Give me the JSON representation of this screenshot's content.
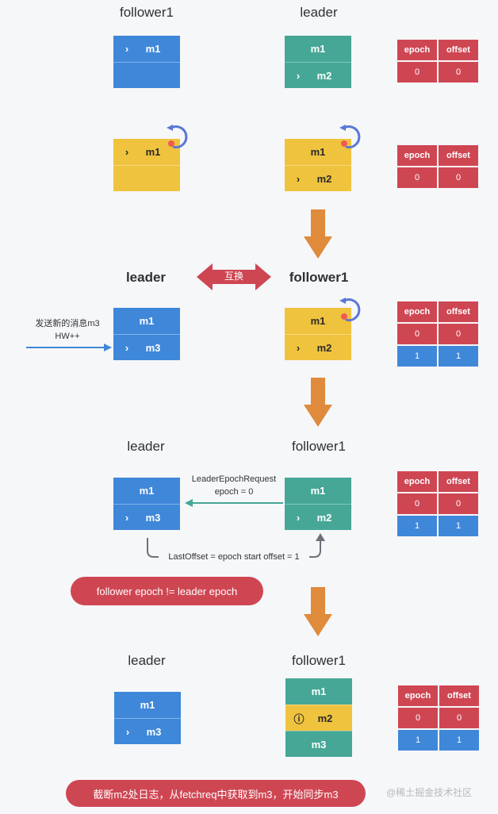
{
  "section1": {
    "left_label": "follower1",
    "right_label": "leader",
    "left_block": [
      "m1",
      ""
    ],
    "right_block": [
      "m1",
      "m2"
    ],
    "table": {
      "headers": [
        "epoch",
        "offset"
      ],
      "rows": [
        [
          "0",
          "0"
        ]
      ]
    }
  },
  "section2": {
    "left_block": [
      "m1",
      ""
    ],
    "right_block": [
      "m1",
      "m2"
    ],
    "table": {
      "headers": [
        "epoch",
        "offset"
      ],
      "rows": [
        [
          "0",
          "0"
        ]
      ]
    }
  },
  "section3": {
    "left_label": "leader",
    "swap_label": "互换",
    "right_label": "follower1",
    "note": [
      "发送新的消息m3",
      "HW++"
    ],
    "left_block": [
      "m1",
      "m3"
    ],
    "right_block": [
      "m1",
      "m2"
    ],
    "table": {
      "headers": [
        "epoch",
        "offset"
      ],
      "rows": [
        [
          "0",
          "0"
        ],
        [
          "1",
          "1"
        ]
      ]
    }
  },
  "section4": {
    "left_label": "leader",
    "right_label": "follower1",
    "request_note": [
      "LeaderEpochRequest",
      "epoch = 0"
    ],
    "response_note": "LastOffset = epoch start offset = 1",
    "left_block": [
      "m1",
      "m3"
    ],
    "right_block": [
      "m1",
      "m2"
    ],
    "pill": "follower epoch != leader epoch",
    "table": {
      "headers": [
        "epoch",
        "offset"
      ],
      "rows": [
        [
          "0",
          "0"
        ],
        [
          "1",
          "1"
        ]
      ]
    }
  },
  "section5": {
    "left_label": "leader",
    "right_label": "follower1",
    "left_block": [
      "m1",
      "m3"
    ],
    "right_block": [
      "m1",
      "m2",
      "m3"
    ],
    "pill": "截断m2处日志，从fetchreq中获取到m3，开始同步m3",
    "table": {
      "headers": [
        "epoch",
        "offset"
      ],
      "rows": [
        [
          "0",
          "0"
        ],
        [
          "1",
          "1"
        ]
      ]
    }
  },
  "watermark": "@稀土掘金技术社区",
  "colors": {
    "blue": "#3f87d9",
    "green": "#46a796",
    "yellow": "#f0c33e",
    "red": "#cf4653",
    "orange": "#e08a3c"
  }
}
